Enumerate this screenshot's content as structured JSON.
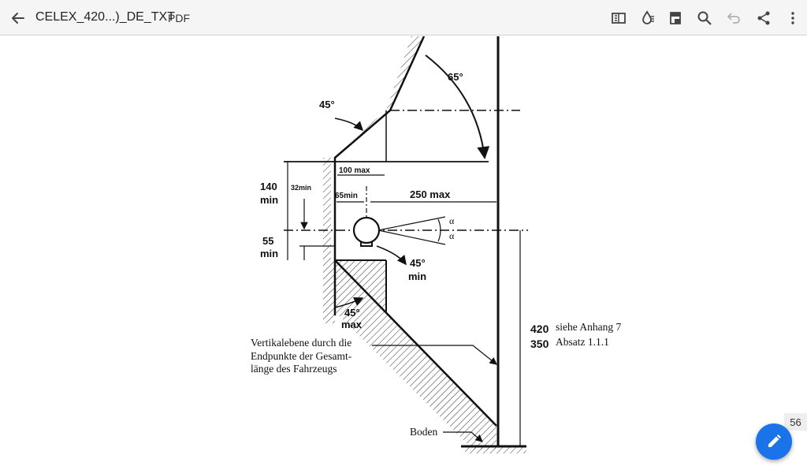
{
  "toolbar": {
    "title": "CELEX_420...)_DE_TXT",
    "file_type": "PDF",
    "icons": [
      "back-arrow-icon",
      "reading-mode-icon",
      "ink-drop-icon",
      "document-icon",
      "search-icon",
      "undo-icon",
      "share-icon",
      "more-vert-icon"
    ],
    "undo_color": "#b0b0b0",
    "icon_color": "#444444"
  },
  "figure": {
    "angle_65": "65°",
    "angle_45_top": "45°",
    "d100": "100 max",
    "d140": "140",
    "min1": "min",
    "d32": "32min",
    "d65": "65min",
    "d250": "250 max",
    "alpha1": "α",
    "alpha2": "α",
    "d55": "55",
    "min2": "min",
    "angle_45_mid": "45°",
    "min3": "min",
    "angle_45_low": "45°",
    "max_low": "max",
    "d420": "420",
    "d350": "350",
    "anhang1": "siehe Anhang 7",
    "anhang2": "Absatz 1.1.1",
    "vert1": "Vertikalebene durch die",
    "vert2": "Endpunkte der Gesamt-",
    "vert3": "länge des Fahrzeugs",
    "boden": "Boden"
  },
  "page_number": "56",
  "fab_color": "#1a73e8"
}
